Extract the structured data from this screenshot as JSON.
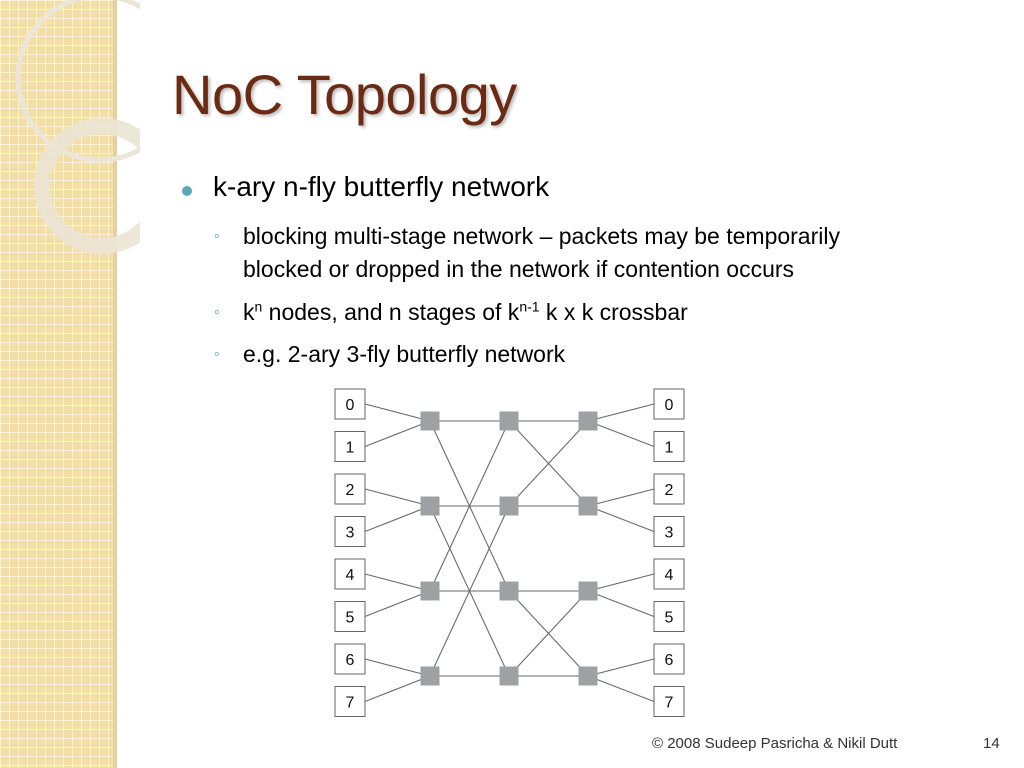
{
  "slide": {
    "title": "NoC Topology",
    "bullet": "k-ary n-fly butterfly network",
    "sub_bullets": {
      "blocking_line1": "blocking multi-stage network – packets may be temporarily",
      "blocking_line2": "blocked or dropped in the network if contention occurs",
      "nodes": {
        "k1": "k",
        "n1": "n",
        "mid": " nodes, and n stages of k",
        "exp": "n-1",
        "end": " k x k crossbar"
      },
      "example": "e.g.  2-ary 3-fly butterfly network"
    }
  },
  "diagram": {
    "input_nodes": [
      "0",
      "1",
      "2",
      "3",
      "4",
      "5",
      "6",
      "7"
    ],
    "output_nodes": [
      "0",
      "1",
      "2",
      "3",
      "4",
      "5",
      "6",
      "7"
    ],
    "stages": 3,
    "switches_per_stage": 4,
    "colors": {
      "switch": "#9ea0a4",
      "line": "#6a6a6a",
      "node_border": "#666666"
    }
  },
  "footer": {
    "copyright": "© 2008 Sudeep Pasricha  & Nikil Dutt",
    "page_number": "14"
  },
  "colors": {
    "title": "#6b2a14",
    "bullet_dot": "#59a7b8",
    "band": "#f3dfa6"
  }
}
